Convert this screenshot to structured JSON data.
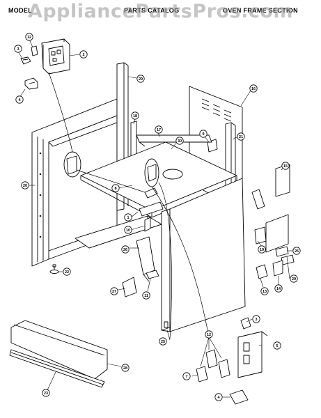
{
  "header": {
    "left": "MODEL",
    "center": "PARTS CATALOG",
    "right": "OVEN FRAME SECTION"
  },
  "watermark": "AppliancePartsPros.com",
  "callouts": [
    {
      "id": "c3a",
      "label": "3"
    },
    {
      "id": "c12a",
      "label": "12"
    },
    {
      "id": "c2",
      "label": "2"
    },
    {
      "id": "c4a",
      "label": "4"
    },
    {
      "id": "c29a",
      "label": "29"
    },
    {
      "id": "c16",
      "label": "16"
    },
    {
      "id": "c18",
      "label": "18"
    },
    {
      "id": "c17",
      "label": "17"
    },
    {
      "id": "c9",
      "label": "9"
    },
    {
      "id": "c21",
      "label": "21"
    },
    {
      "id": "c30",
      "label": "30"
    },
    {
      "id": "c15",
      "label": "15"
    },
    {
      "id": "c20",
      "label": "20"
    },
    {
      "id": "c8",
      "label": "8"
    },
    {
      "id": "c1",
      "label": "1"
    },
    {
      "id": "c10",
      "label": "10"
    },
    {
      "id": "c26a",
      "label": "26"
    },
    {
      "id": "c19",
      "label": "19"
    },
    {
      "id": "c26b",
      "label": "26"
    },
    {
      "id": "c22",
      "label": "22"
    },
    {
      "id": "c13",
      "label": "13"
    },
    {
      "id": "c14",
      "label": "14"
    },
    {
      "id": "c29b",
      "label": "29"
    },
    {
      "id": "c27",
      "label": "27"
    },
    {
      "id": "c11",
      "label": "11"
    },
    {
      "id": "c25",
      "label": "25"
    },
    {
      "id": "c3b",
      "label": "3"
    },
    {
      "id": "c12b",
      "label": "12"
    },
    {
      "id": "c5",
      "label": "5"
    },
    {
      "id": "c28",
      "label": "28"
    },
    {
      "id": "c7",
      "label": "7"
    },
    {
      "id": "c23",
      "label": "23"
    },
    {
      "id": "c4b",
      "label": "4"
    }
  ]
}
